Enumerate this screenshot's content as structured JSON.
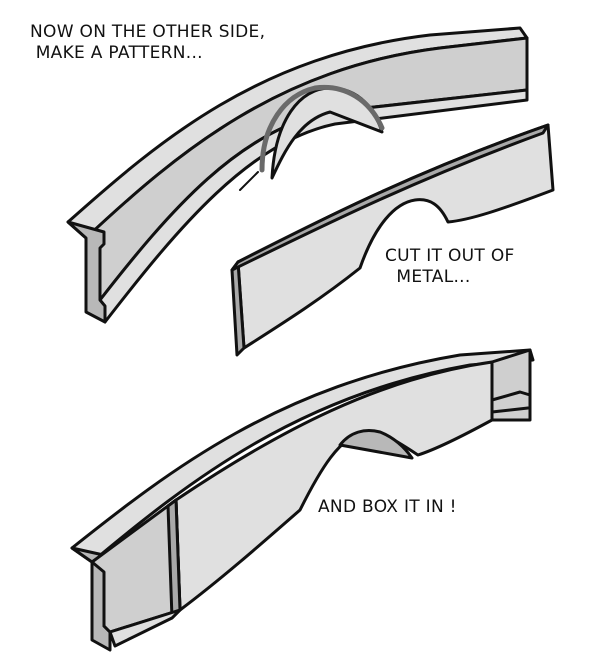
{
  "captions": {
    "step1_line1": "NOW ON THE OTHER SIDE,",
    "step1_line2": " MAKE A PATTERN...",
    "step2_line1": "CUT IT OUT OF",
    "step2_line2": "  METAL...",
    "step3": "AND BOX IT IN !"
  },
  "colors": {
    "steel_light": "#e0e0e0",
    "steel_mid": "#cfcfcf",
    "steel_dark": "#b8b8b8",
    "outline": "#111111",
    "pattern_line": "#6a6a6a"
  }
}
